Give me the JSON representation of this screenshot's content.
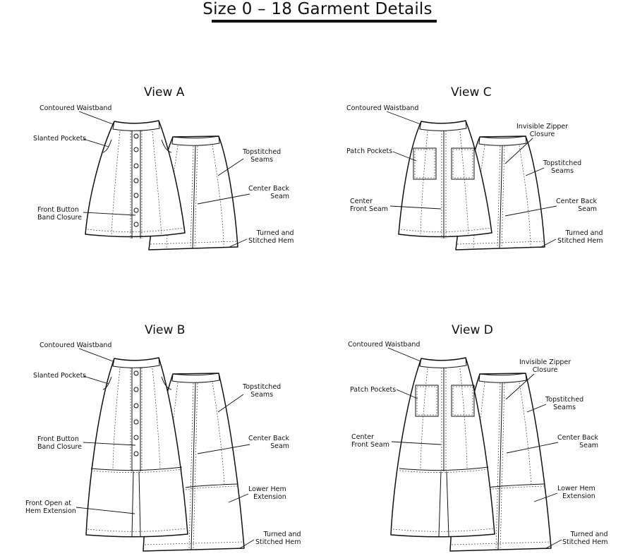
{
  "header": {
    "title": "Size 0 – 18 Garment Details"
  },
  "views": [
    {
      "id": "a",
      "title": "View A",
      "callouts": [
        "Contoured Waistband",
        "Slanted Pockets",
        "Front Button\nBand Closure",
        "Topstitched\nSeams",
        "Center Back\nSeam",
        "Turned and\nStitched Hem"
      ]
    },
    {
      "id": "c",
      "title": "View C",
      "callouts": [
        "Contoured Waistband",
        "Patch Pockets",
        "Center\nFront Seam",
        "Invisible Zipper\nClosure",
        "Topstitched\nSeams",
        "Center Back\nSeam",
        "Turned and\nStitched Hem"
      ]
    },
    {
      "id": "b",
      "title": "View B",
      "callouts": [
        "Contoured Waistband",
        "Slanted Pockets",
        "Front Button\nBand Closure",
        "Front Open at\nHem Extension",
        "Topstitched\nSeams",
        "Center Back\nSeam",
        "Lower Hem\nExtension",
        "Turned and\nStitched Hem"
      ]
    },
    {
      "id": "d",
      "title": "View D",
      "callouts": [
        "Contoured Waistband",
        "Patch Pockets",
        "Center\nFront Seam",
        "Invisible Zipper\nClosure",
        "Topstitched\nSeams",
        "Center Back\nSeam",
        "Lower Hem\nExtension",
        "Turned and\nStitched Hem"
      ]
    }
  ]
}
